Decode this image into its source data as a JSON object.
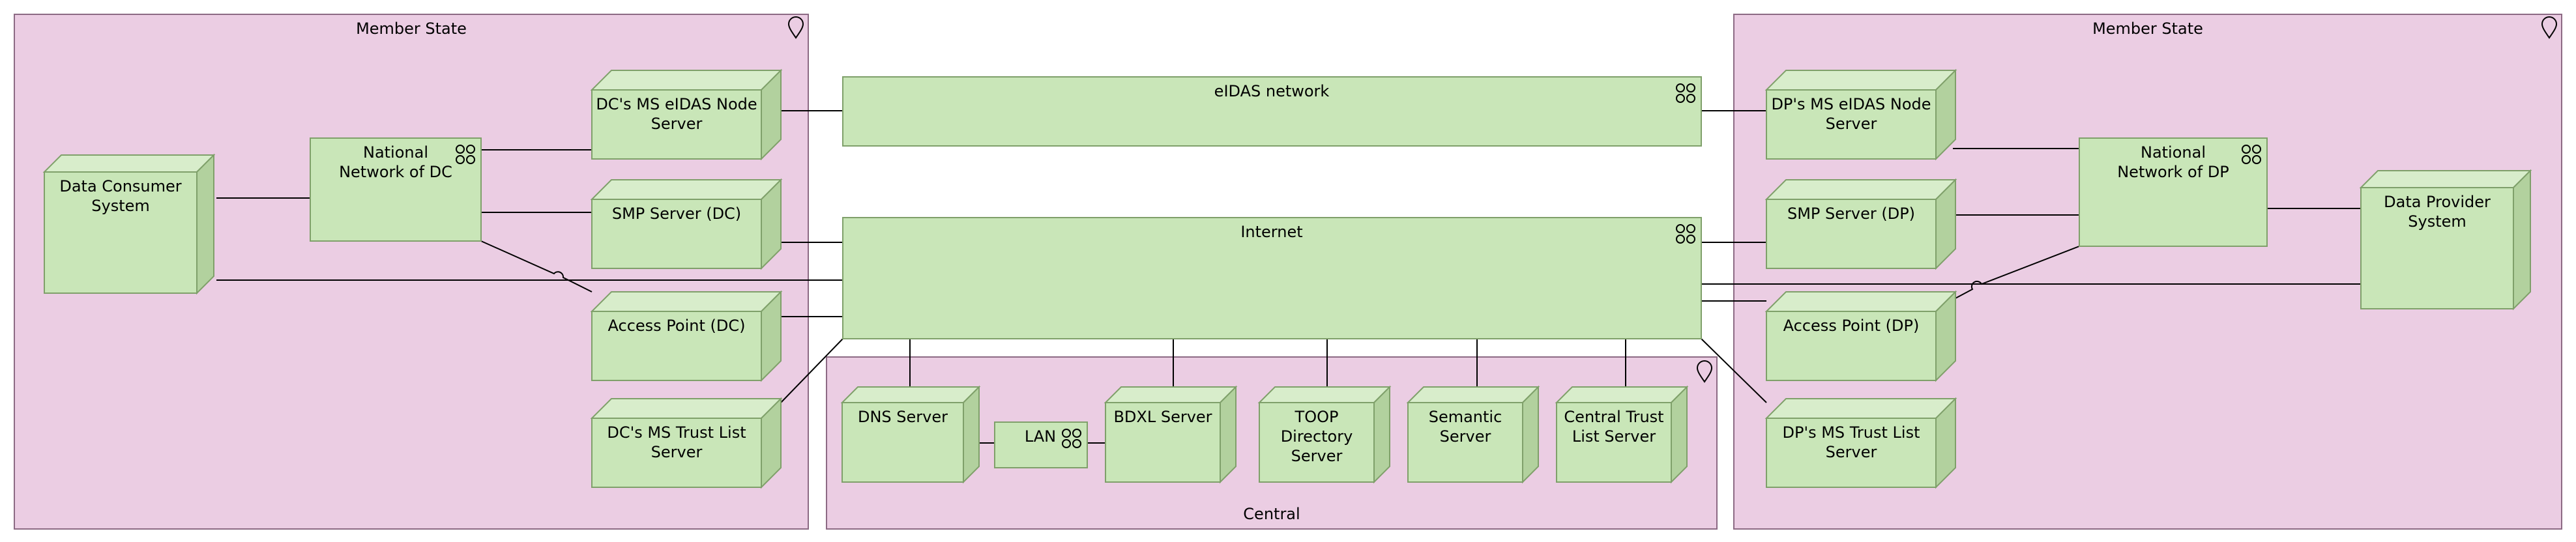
{
  "locations": {
    "member_state_left": "Member State",
    "member_state_right": "Member State",
    "central": "Central"
  },
  "nodes": {
    "data_consumer_system": [
      "Data Consumer",
      "System"
    ],
    "national_network_dc": [
      "National",
      "Network of DC"
    ],
    "dc_eidas_node_server": [
      "DC's MS eIDAS Node",
      "Server"
    ],
    "smp_server_dc": [
      "SMP Server (DC)"
    ],
    "access_point_dc": [
      "Access Point (DC)"
    ],
    "dc_trust_list_server": [
      "DC's MS Trust List",
      "Server"
    ],
    "eidas_network": [
      "eIDAS network"
    ],
    "internet": [
      "Internet"
    ],
    "dns_server": [
      "DNS Server"
    ],
    "lan": [
      "LAN"
    ],
    "bdxl_server": [
      "BDXL Server"
    ],
    "toop_directory_server": [
      "TOOP",
      "Directory",
      "Server"
    ],
    "semantic_server": [
      "Semantic",
      "Server"
    ],
    "central_trust_list_server": [
      "Central Trust",
      "List Server"
    ],
    "dp_eidas_node_server": [
      "DP's MS eIDAS Node",
      "Server"
    ],
    "smp_server_dp": [
      "SMP Server (DP)"
    ],
    "access_point_dp": [
      "Access Point (DP)"
    ],
    "dp_trust_list_server": [
      "DP's MS Trust List",
      "Server"
    ],
    "national_network_dp": [
      "National",
      "Network of DP"
    ],
    "data_provider_system": [
      "Data Provider",
      "System"
    ]
  },
  "colors": {
    "location_fill": "#ebcde3",
    "location_stroke": "#8c6a84",
    "node_front": "#c9e6b8",
    "node_side": "#b2d19e",
    "node_top": "#d8edcb",
    "node_stroke": "#7fa06a",
    "line": "#000000"
  },
  "icons": {
    "location": "location-pin-icon",
    "network": "network-icon"
  }
}
